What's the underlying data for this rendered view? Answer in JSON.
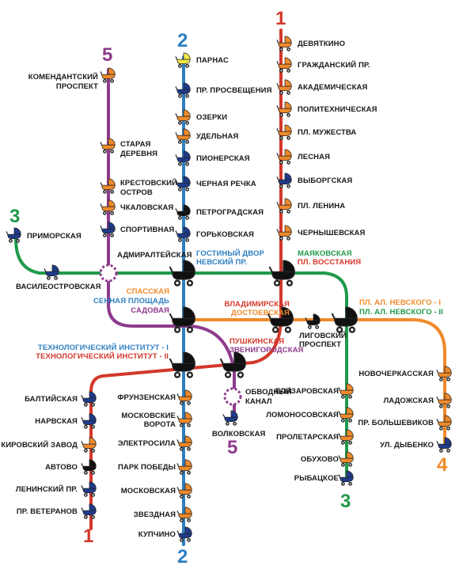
{
  "colors": {
    "line1": "#d4382c",
    "line2": "#2f7fc1",
    "line3": "#1f9a4a",
    "line4": "#ef8a2a",
    "line5": "#8e3b8c",
    "station_orange": "#ef8a2a",
    "station_navy": "#1f3b8a",
    "station_black": "#111111",
    "station_yellow": "#f2e84a",
    "label_blue": "#2f7fc1",
    "label_red": "#d4382c",
    "label_green": "#1f9a4a",
    "label_orange": "#ef8a2a",
    "label_purple": "#8e3b8c"
  },
  "line_numbers": {
    "l1_top": "1",
    "l2_top": "2",
    "l5_top": "5",
    "l3_top": "3",
    "l1_bottom": "1",
    "l2_bottom": "2",
    "l5_bottom": "5",
    "l3_bottom": "3",
    "l4_bottom": "4"
  },
  "icons": {
    "station": "stroller-icon",
    "transfer": "large-stroller-icon",
    "closed": "dashed-circle-icon"
  },
  "stations": {
    "devyatkino": "ДЕВЯТКИНО",
    "grazhdansky": "ГРАЖДАНСКИЙ ПР.",
    "akademicheskaya": "АКАДЕМИЧЕСКАЯ",
    "politekhnicheskaya": "ПОЛИТЕХНИЧЕСКАЯ",
    "muzhestva": "ПЛ. МУЖЕСТВА",
    "lesnaya": "ЛЕСНАЯ",
    "vyborgskaya": "ВЫБОРГСКАЯ",
    "lenina": "ПЛ. ЛЕНИНА",
    "chernyshevskaya": "ЧЕРНЫШЕВСКАЯ",
    "mayakovskaya": "МАЯКОВСКАЯ",
    "vosstaniya": "ПЛ. ВОССТАНИЯ",
    "vladimirskaya": "ВЛАДИМИРСКАЯ",
    "dostoevskaya": "ДОСТОЕВСКАЯ",
    "pushkinskaya": "ПУШКИНСКАЯ",
    "zvenigorodskaya": "ЗВЕНИГОРОДСКАЯ",
    "tekh1": "ТЕХНОЛОГИЧЕСКИЙ ИНСТИТУТ - I",
    "tekh2": "ТЕХНОЛОГИЧЕСКИЙ ИНСТИТУТ - II",
    "baltiyskaya": "БАЛТИЙСКАЯ",
    "narvskaya": "НАРВСКАЯ",
    "kirovsky": "КИРОВСКИЙ ЗАВОД",
    "avtovo": "АВТОВО",
    "leninsky": "ЛЕНИНСКИЙ ПР.",
    "veteranov": "ПР. ВЕТЕРАНОВ",
    "parnas": "ПАРНАС",
    "prosvescheniya": "ПР. ПРОСВЕЩЕНИЯ",
    "ozerki": "ОЗЕРКИ",
    "udelnaya": "УДЕЛЬНАЯ",
    "pionerskaya": "ПИОНЕРСКАЯ",
    "chernaya": "ЧЕРНАЯ РЕЧКА",
    "petrogradskaya": "ПЕТРОГРАДСКАЯ",
    "gorkovskaya": "ГОРЬКОВСКАЯ",
    "nevsky": "НЕВСКИЙ ПР.",
    "gostiny": "ГОСТИНЫЙ ДВОР",
    "sennaya": "СЕННАЯ ПЛОЩАДЬ",
    "spasskaya": "СПАССКАЯ",
    "sadovaya": "САДОВАЯ",
    "frunzenskaya": "ФРУНЗЕНСКАЯ",
    "mosvorota1": "МОСКОВСКИЕ",
    "mosvorota2": "ВОРОТА",
    "elektrosila": "ЭЛЕКТРОСИЛА",
    "park": "ПАРК ПОБЕДЫ",
    "moskovskaya": "МОСКОВСКАЯ",
    "zvezdnaya": "ЗВЕЗДНАЯ",
    "kupchino": "КУПЧИНО",
    "primorskaya": "ПРИМОРСКАЯ",
    "vasileostrovskaya": "ВАСИЛЕОСТРОВСКАЯ",
    "admiralteyskaya": "АДМИРАЛТЕЙСКАЯ",
    "nevsky1": "ПЛ. АЛ. НЕВСКОГО - I",
    "nevsky2": "ПЛ. АЛ. НЕВСКОГО - II",
    "elizarovskaya": "ЕЛИЗАРОВСКАЯ",
    "lomonosovskaya": "ЛОМОНОСОВСКАЯ",
    "proletarskaya": "ПРОЛЕТАРСКАЯ",
    "obukhovo": "ОБУХОВО",
    "rybatskoe": "РЫБАЦКОЕ",
    "komendantsky1": "КОМЕНДАНТСКИЙ",
    "komendantsky2": "ПРОСПЕКТ",
    "staraya1": "СТАРАЯ",
    "staraya2": "ДЕРЕВНЯ",
    "krestovsky1": "КРЕСТОВСКИЙ",
    "krestovsky2": "ОСТРОВ",
    "chkalovskaya": "ЧКАЛОВСКАЯ",
    "sportivnaya": "СПОРТИВНАЯ",
    "obvodny1": "ОБВОДНЫЙ",
    "obvodny2": "КАНАЛ",
    "volkovskaya": "ВОЛКОВСКАЯ",
    "ligovsky1": "ЛИГОВСКИЙ",
    "ligovsky2": "ПРОСПЕКТ",
    "novocherkasskaya": "НОВОЧЕРКАССКАЯ",
    "ladozhskaya": "ЛАДОЖСКАЯ",
    "bolshevikov": "ПР. БОЛЬШЕВИКОВ",
    "dybenko": "УЛ. ДЫБЕНКО"
  }
}
